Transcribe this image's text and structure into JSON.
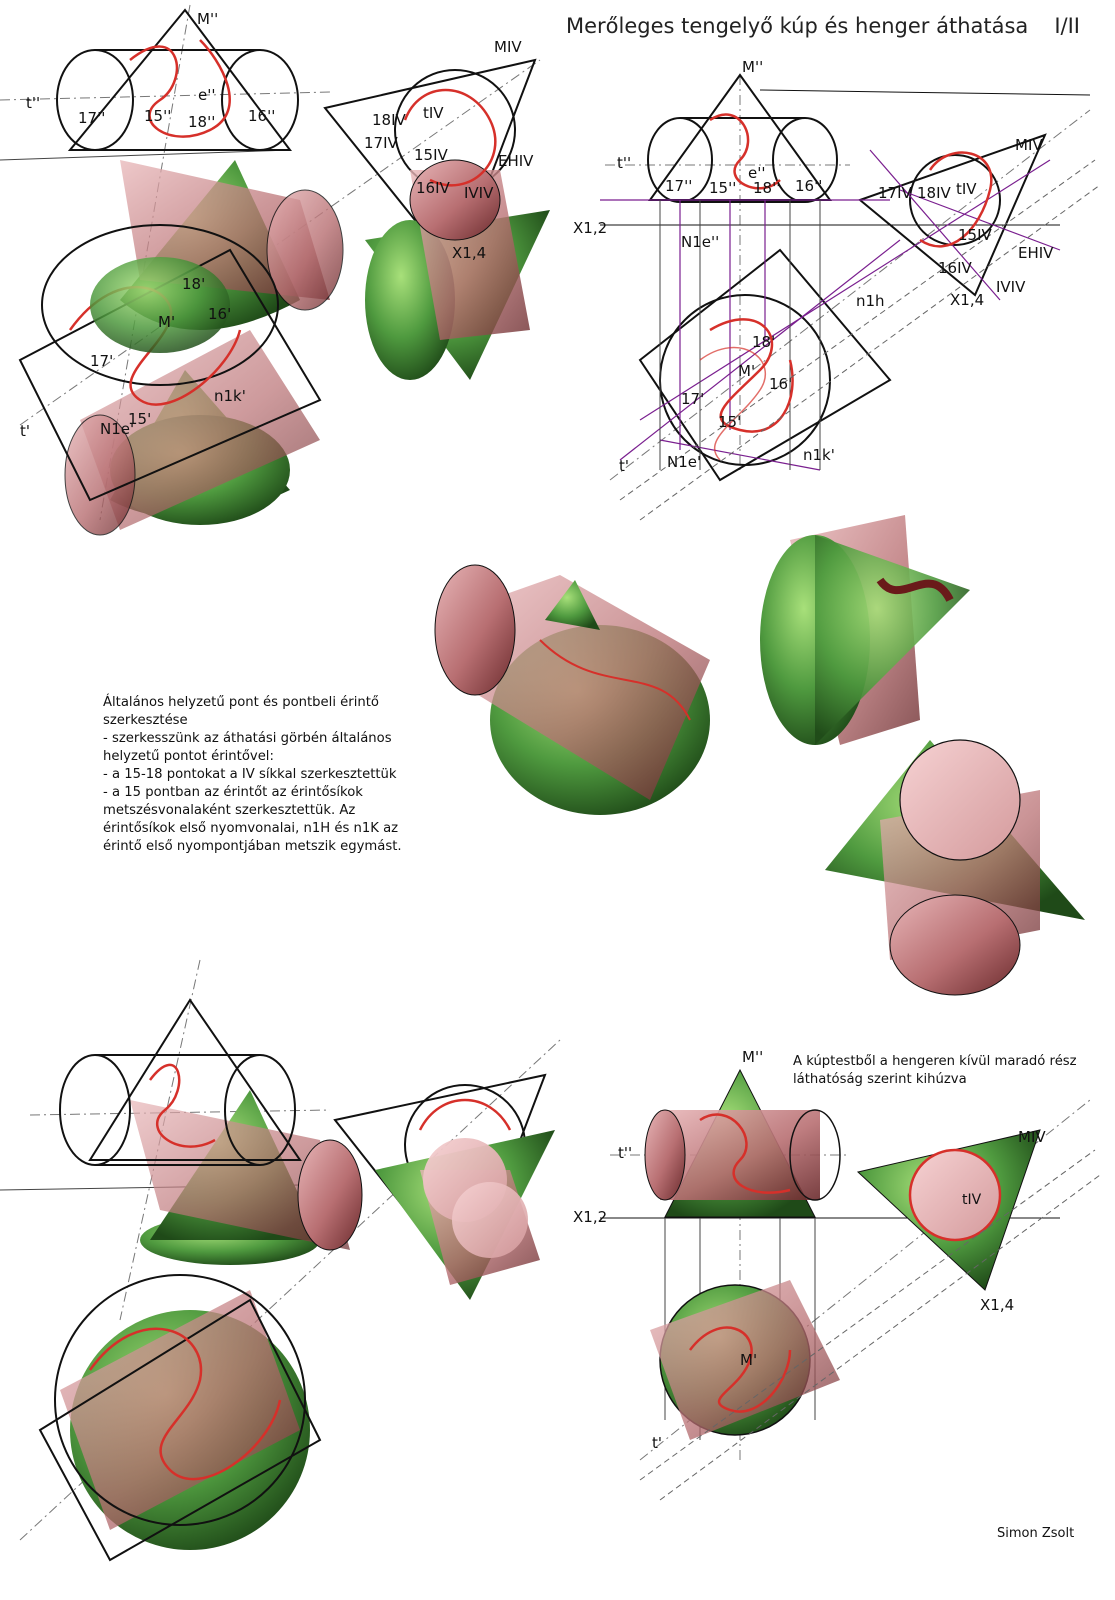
{
  "title": {
    "main": "Merőleges tengelyő kúp és henger áthatása",
    "part": "I/II"
  },
  "note_construction": {
    "lines": [
      "Általános helyzetű pont és pontbeli érintő",
      "szerkesztése",
      "- szerkesszünk az áthatási görbén általános",
      "helyzetű pontot érintővel:",
      "- a 15-18 pontokat a IV síkkal szerkesztettük",
      "- a 15 pontban az érintőt az érintősíkok",
      "metszésvonalaként szerkesztettük. Az",
      "érintősíkok első nyomvonalai, n1H és n1K az",
      "érintő első nyompontjában metszik egymást."
    ]
  },
  "note_visibility": {
    "lines": [
      "A kúptestből a hengeren kívül maradó rész",
      "láthatóság szerint kihúzva"
    ]
  },
  "author": "Simon Zsolt",
  "labels": {
    "M2": "M''",
    "M4": "MIV",
    "M1": "M'",
    "t2": "t''",
    "t1": "t'",
    "t4": "tIV",
    "e2": "e''",
    "p15_2": "15''",
    "p16_2": "16''",
    "p17_2": "17''",
    "p18_2": "18''",
    "p15_1": "15'",
    "p16_1": "16'",
    "p17_1": "17'",
    "p18_1": "18'",
    "p15_4": "15IV",
    "p16_4": "16IV",
    "p17_4": "17IV",
    "p18_4": "18IV",
    "EH4": "EHIV",
    "IV4": "IVIV",
    "X12": "X1,2",
    "X14": "X1,4",
    "N1e2": "N1e''",
    "N1e1": "N1e'",
    "n1h": "n1h",
    "n1k": "n1k'"
  },
  "colors": {
    "cone_green": "#4f9a3f",
    "cylinder_pink": "#c98a8c",
    "curve_red": "#d6302a",
    "construction_purple": "#7a1f8f",
    "line_black": "#111111"
  }
}
